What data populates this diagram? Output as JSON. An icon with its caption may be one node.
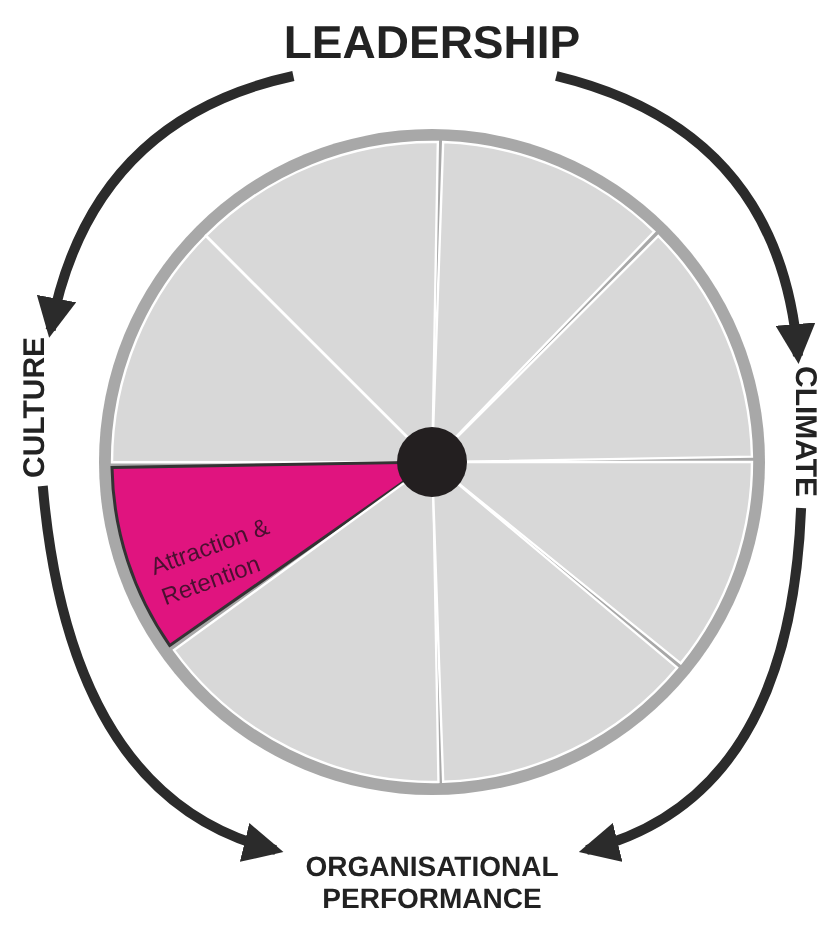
{
  "diagram": {
    "nodes": [
      {
        "text": [
          "LEADERSHIP"
        ]
      },
      {
        "text": [
          "CULTURE"
        ]
      },
      {
        "text": [
          "CLIMATE"
        ]
      },
      {
        "text": [
          "ORGANISATIONAL PERFORMANCE"
        ]
      },
      {
        "text": [],
        "shape": "circle"
      },
      {
        "text": [],
        "shape": "sector",
        "in": 4
      },
      {
        "text": [],
        "shape": "sector",
        "in": 4
      },
      {
        "text": [],
        "shape": "sector",
        "in": 4
      },
      {
        "text": [],
        "shape": "sector",
        "in": 4
      },
      {
        "text": [
          "Attraction & Retention"
        ],
        "in": 4
      },
      {
        "text": [],
        "shape": "sector",
        "in": 4
      },
      {
        "text": [],
        "shape": "sector",
        "in": 4
      },
      {
        "text": [],
        "shape": "sector",
        "in": 4
      },
      {
        "text": [],
        "shape": "circle",
        "in": 4
      }
    ],
    "edges": [
      {
        "from": 0,
        "to": 1,
        "arrow": "to"
      },
      {
        "from": 0,
        "to": 2,
        "arrow": "to"
      },
      {
        "from": 1,
        "to": 3,
        "arrow": "to"
      },
      {
        "from": 2,
        "to": 3,
        "arrow": "to"
      }
    ]
  }
}
